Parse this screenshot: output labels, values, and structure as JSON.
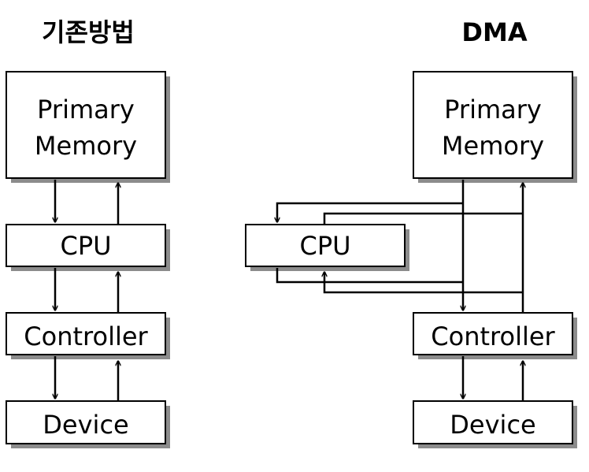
{
  "traditional": {
    "title": "기존방법",
    "memory_line1": "Primary",
    "memory_line2": "Memory",
    "cpu": "CPU",
    "controller": "Controller",
    "device": "Device"
  },
  "dma": {
    "title": "DMA",
    "memory_line1": "Primary",
    "memory_line2": "Memory",
    "cpu": "CPU",
    "controller": "Controller",
    "device": "Device"
  }
}
